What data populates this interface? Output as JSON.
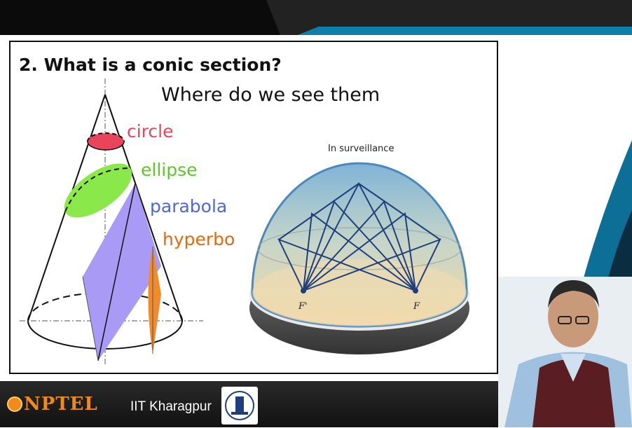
{
  "slide": {
    "title": "2. What is a conic section?",
    "subtitle": "Where do we see them"
  },
  "cone_diagram": {
    "labels": {
      "circle": "circle",
      "ellipse": "ellipse",
      "parabola": "parabola",
      "hyperbola": "hyperbo"
    },
    "colors": {
      "circle": "#e8455b",
      "ellipse": "#5cc82e",
      "parabola": "#4d68d8",
      "hyperbola": "#e06a12"
    }
  },
  "dome_diagram": {
    "caption": "In surveillance",
    "focus_left": "F'",
    "focus_right": "F"
  },
  "footer": {
    "nptel": "NPTEL",
    "institute": "IIT Kharagpur"
  }
}
